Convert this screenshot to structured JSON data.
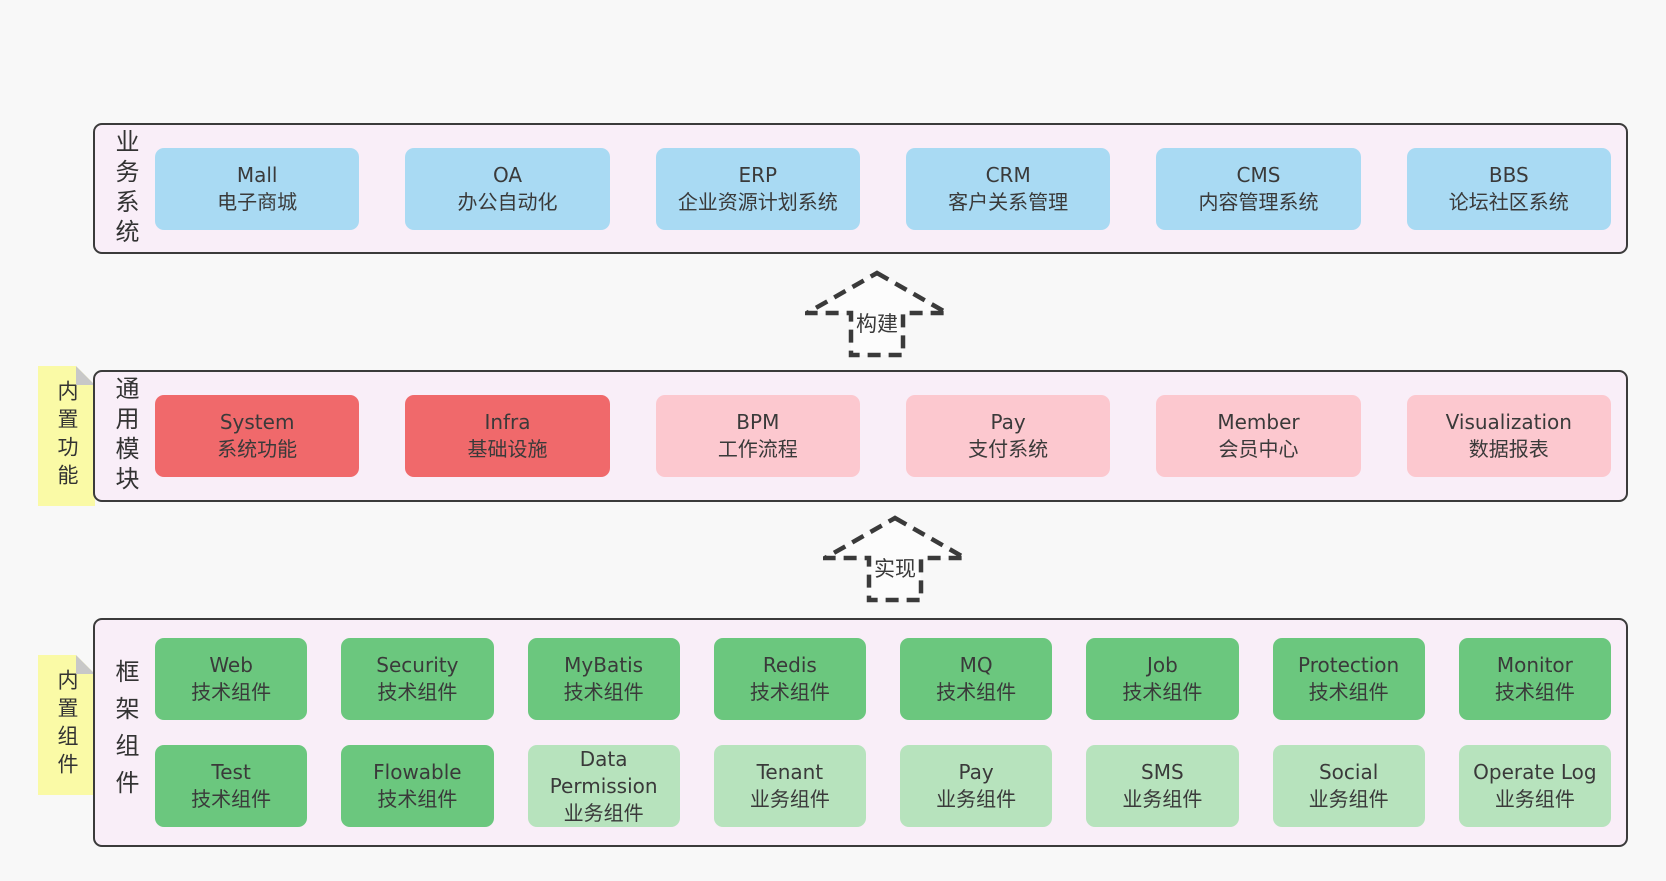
{
  "colors": {
    "page-bg": "#f8f8f8",
    "layer-bg": "#f9eef8",
    "layer-border": "#3b3b3b",
    "blue": "#a9daf3",
    "red": "#f0696b",
    "pink": "#fcc8cf",
    "green": "#6bc77e",
    "green-light": "#b7e3bd",
    "yellow": "#fafaa6",
    "fold": "#c8c8c8",
    "text": "#3a3a3a"
  },
  "layers": [
    {
      "label": "业务系统",
      "items": [
        {
          "en": "Mall",
          "zh": "电子商城"
        },
        {
          "en": "OA",
          "zh": "办公自动化"
        },
        {
          "en": "ERP",
          "zh": "企业资源计划系统"
        },
        {
          "en": "CRM",
          "zh": "客户关系管理"
        },
        {
          "en": "CMS",
          "zh": "内容管理系统"
        },
        {
          "en": "BBS",
          "zh": "论坛社区系统"
        }
      ]
    },
    {
      "label": "通用模块",
      "note": "内置功能",
      "items": [
        {
          "en": "System",
          "zh": "系统功能"
        },
        {
          "en": "Infra",
          "zh": "基础设施"
        },
        {
          "en": "BPM",
          "zh": "工作流程"
        },
        {
          "en": "Pay",
          "zh": "支付系统"
        },
        {
          "en": "Member",
          "zh": "会员中心"
        },
        {
          "en": "Visualization",
          "zh": "数据报表"
        }
      ]
    },
    {
      "label": "框架组件",
      "note": "内置组件",
      "row1": [
        {
          "en": "Web",
          "zh": "技术组件"
        },
        {
          "en": "Security",
          "zh": "技术组件"
        },
        {
          "en": "MyBatis",
          "zh": "技术组件"
        },
        {
          "en": "Redis",
          "zh": "技术组件"
        },
        {
          "en": "MQ",
          "zh": "技术组件"
        },
        {
          "en": "Job",
          "zh": "技术组件"
        },
        {
          "en": "Protection",
          "zh": "技术组件"
        },
        {
          "en": "Monitor",
          "zh": "技术组件"
        }
      ],
      "row2": [
        {
          "en": "Test",
          "zh": "技术组件"
        },
        {
          "en": "Flowable",
          "zh": "技术组件"
        },
        {
          "en": "Data Permission",
          "zh": "业务组件"
        },
        {
          "en": "Tenant",
          "zh": "业务组件"
        },
        {
          "en": "Pay",
          "zh": "业务组件"
        },
        {
          "en": "SMS",
          "zh": "业务组件"
        },
        {
          "en": "Social",
          "zh": "业务组件"
        },
        {
          "en": "Operate Log",
          "zh": "业务组件"
        }
      ]
    }
  ],
  "arrows": [
    {
      "label": "构建"
    },
    {
      "label": "实现"
    }
  ]
}
